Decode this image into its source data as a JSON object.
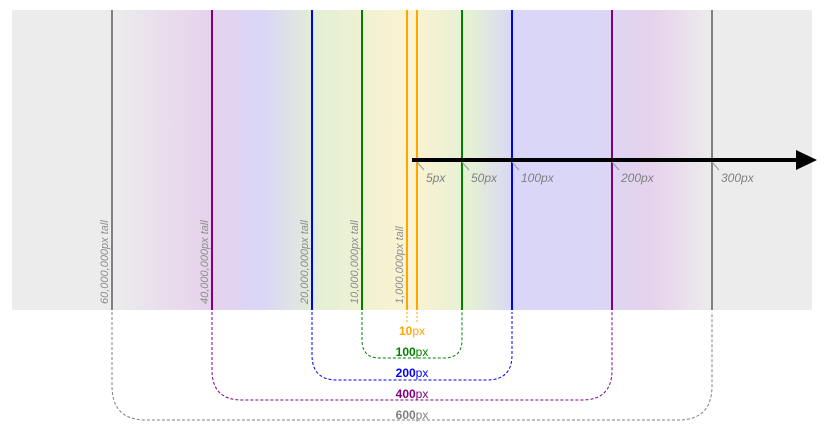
{
  "colors": {
    "background": "#ececec",
    "gray": "#808080",
    "purple": "#800080",
    "blue": "#0000ff",
    "green": "#008000",
    "orange": "#ffa500",
    "arrow": "#000000",
    "band_purple": "#e6d2ec",
    "band_blue": "#d9d6f7",
    "band_green": "#e4f0d4",
    "band_yellow": "#fbf3d2"
  },
  "axis": {
    "tick_labels": [
      "5px",
      "50px",
      "100px",
      "200px",
      "300px"
    ]
  },
  "heights": [
    {
      "label": "60,000,000px tall",
      "color": "gray"
    },
    {
      "label": "40,000,000px tall",
      "color": "purple"
    },
    {
      "label": "20,000,000px tall",
      "color": "blue"
    },
    {
      "label": "10,000,000px tall",
      "color": "green"
    },
    {
      "label": "1,000,000px tall",
      "color": "orange"
    }
  ],
  "widths": [
    {
      "value": "10",
      "unit": "px",
      "color": "orange"
    },
    {
      "value": "100",
      "unit": "px",
      "color": "green"
    },
    {
      "value": "200",
      "unit": "px",
      "color": "blue"
    },
    {
      "value": "400",
      "unit": "px",
      "color": "purple"
    },
    {
      "value": "600",
      "unit": "px",
      "color": "gray"
    }
  ]
}
